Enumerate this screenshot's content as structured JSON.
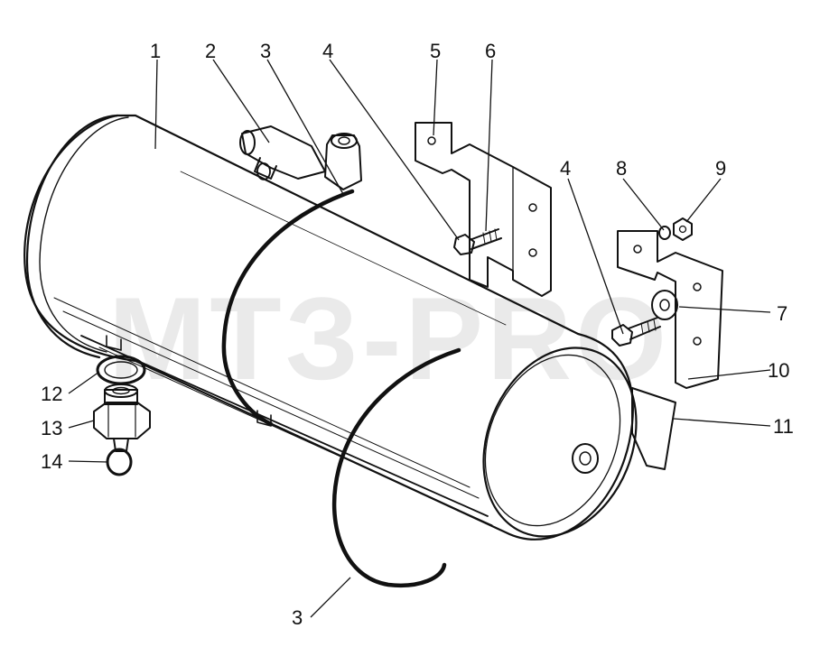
{
  "figure": {
    "watermark": "МТЗ-PRO",
    "callouts": [
      "1",
      "2",
      "3",
      "4",
      "5",
      "6",
      "4",
      "8",
      "9",
      "7",
      "10",
      "11",
      "12",
      "13",
      "14",
      "3"
    ]
  },
  "colors": {
    "ink": "#111111",
    "paper": "#ffffff",
    "watermark": "#d9d9d9"
  }
}
